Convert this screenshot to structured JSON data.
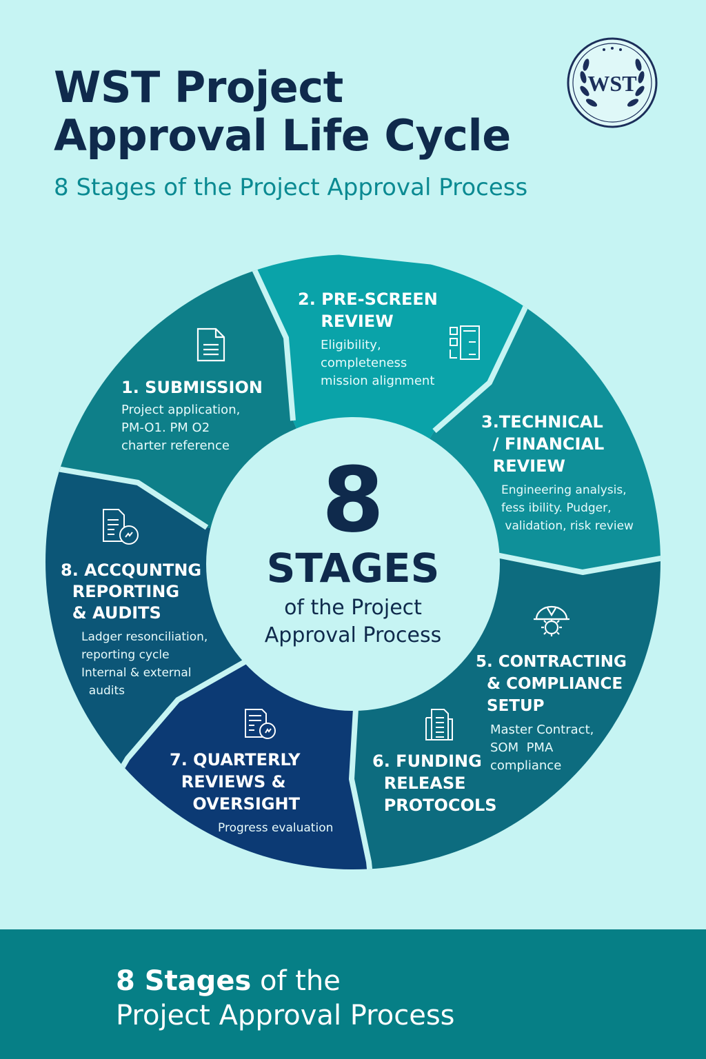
{
  "header": {
    "title_line1": "WST Project",
    "title_line2": "Approval Life Cycle",
    "subtitle": "8 Stages of the Project Approval Process",
    "logo_text": "WST"
  },
  "center": {
    "number": "8",
    "word": "STAGES",
    "caption": "of the Project\nApproval Process"
  },
  "stages": [
    {
      "title": "1. SUBMISSION",
      "desc": "Project application,\nPM-O1. PM O2\ncharter reference",
      "icon": "document-icon",
      "color": "#0e7f89"
    },
    {
      "title": "2. PRE-SCREEN\n    REVIEW",
      "desc": "Eligibility,\ncompleteness\nmission alignment",
      "icon": "checklist-icon",
      "color": "#0aa3a9"
    },
    {
      "title": "3.TECHNICAL\n  / FINANCIAL\n  REVIEW",
      "desc": "Engineering analysis,\nfess ibility. Pudger,\n validation, risk review",
      "icon": "",
      "color": "#0f9099"
    },
    {
      "title": "5. CONTRACTING\n  & COMPLIANCE\n  SETUP",
      "desc": "Master Contract,\nSOM  PMA\ncompliance",
      "icon": "hardhat-gear-icon",
      "color": "#0d6c7f"
    },
    {
      "title": "6. FUNDING\n  RELEASE\n  PROTOCOLS",
      "desc": "",
      "icon": "building-document-icon",
      "color": "#0d6c7f"
    },
    {
      "title": "7. QUARTERLY\n  REVIEWS &\n    OVERSIGHT",
      "desc": "Progress evaluation",
      "icon": "report-badge-icon",
      "color": "#0c3a74"
    },
    {
      "title": "8. ACCQUNTNG\n  REPORTING\n  & AUDITS",
      "desc": "Ladger resonciliation,\nreporting cycle\nInternal & external\n  audits",
      "icon": "audit-document-icon",
      "color": "#0c5677"
    }
  ],
  "footer": {
    "bold": "8 Stages",
    "rest": " of the",
    "line2": "Project Approval Process"
  },
  "colors": {
    "background": "#c6f4f3",
    "title": "#0f2a4c",
    "accent": "#0b8a92",
    "footer": "#067f86"
  }
}
